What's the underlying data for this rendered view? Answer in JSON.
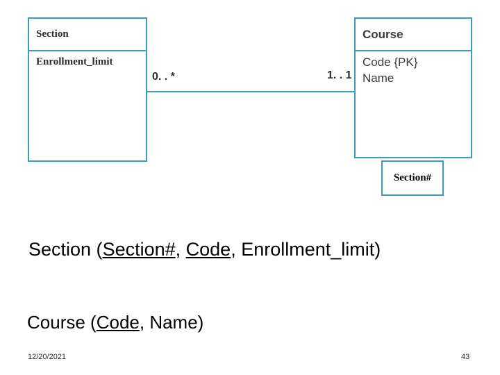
{
  "diagram": {
    "entities": [
      {
        "id": "section",
        "name": "Section",
        "attributes": [
          "Enrollment_limit"
        ]
      },
      {
        "id": "course",
        "name": "Course",
        "attributes": [
          "Code {PK}",
          "Name"
        ]
      }
    ],
    "extra_box": {
      "label": "Section#"
    },
    "relationship": {
      "left_cardinality": "0. . *",
      "right_cardinality": "1. . 1"
    },
    "colors": {
      "box_border": "#3c9cc0",
      "text": "#2b2b2b",
      "background": "#ffffff"
    }
  },
  "schemas": {
    "section": {
      "prefix": "Section (",
      "key1": "Section#",
      "sep1": ", ",
      "key2": "Code",
      "sep2": ", ",
      "plain": "Enrollment_limit",
      "suffix": ")"
    },
    "course": {
      "prefix": "Course (",
      "key1": "Code",
      "sep1": ", ",
      "plain": "Name",
      "suffix": ")"
    }
  },
  "footer": {
    "date": "12/20/2021",
    "page": "43"
  }
}
